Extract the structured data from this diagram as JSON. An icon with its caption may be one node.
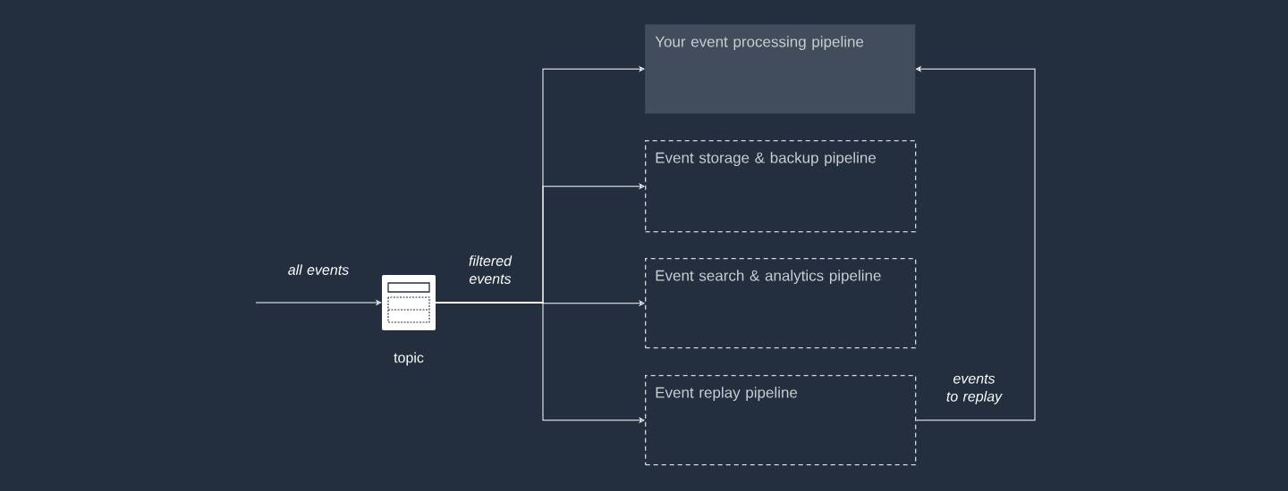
{
  "diagram": {
    "nodes": [
      {
        "text": [
          "topic"
        ]
      },
      {
        "text": [
          "Your event processing pipeline"
        ]
      },
      {
        "text": [
          "Event storage & backup pipeline"
        ]
      },
      {
        "text": [
          "Event search & analytics pipeline"
        ]
      },
      {
        "text": [
          "Event replay pipeline"
        ]
      }
    ],
    "edges": [
      {
        "from": null,
        "to": 0,
        "arrow": "to",
        "label": "all events"
      },
      {
        "from": 0,
        "to": 1,
        "arrow": "to"
      },
      {
        "from": 0,
        "to": 2,
        "arrow": "to"
      },
      {
        "from": 0,
        "to": 3,
        "arrow": "to",
        "label": "filtered events"
      },
      {
        "from": 0,
        "to": 4,
        "arrow": "to"
      },
      {
        "from": 4,
        "to": 1,
        "arrow": "to",
        "label": "events to replay"
      }
    ]
  }
}
